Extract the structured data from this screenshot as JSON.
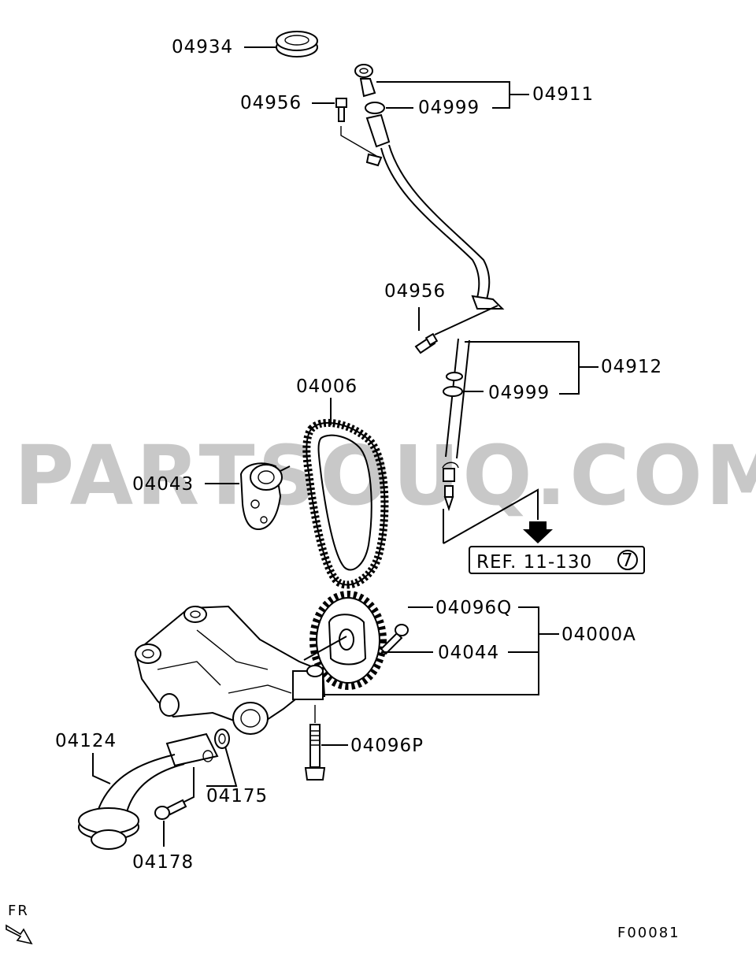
{
  "watermark": "PARTSOUQ.COM",
  "reference": {
    "text": "REF. 11-130",
    "circle": "7"
  },
  "figure_code": "F00081",
  "direction": "FR",
  "parts": {
    "p04934": "04934",
    "p04956_top": "04956",
    "p04999_top": "04999",
    "p04911": "04911",
    "p04956_mid": "04956",
    "p04912": "04912",
    "p04999_mid": "04999",
    "p04006": "04006",
    "p04043": "04043",
    "p04096Q": "04096Q",
    "p04044": "04044",
    "p04000A": "04000A",
    "p04124": "04124",
    "p04175": "04175",
    "p04096P": "04096P",
    "p04178": "04178"
  }
}
